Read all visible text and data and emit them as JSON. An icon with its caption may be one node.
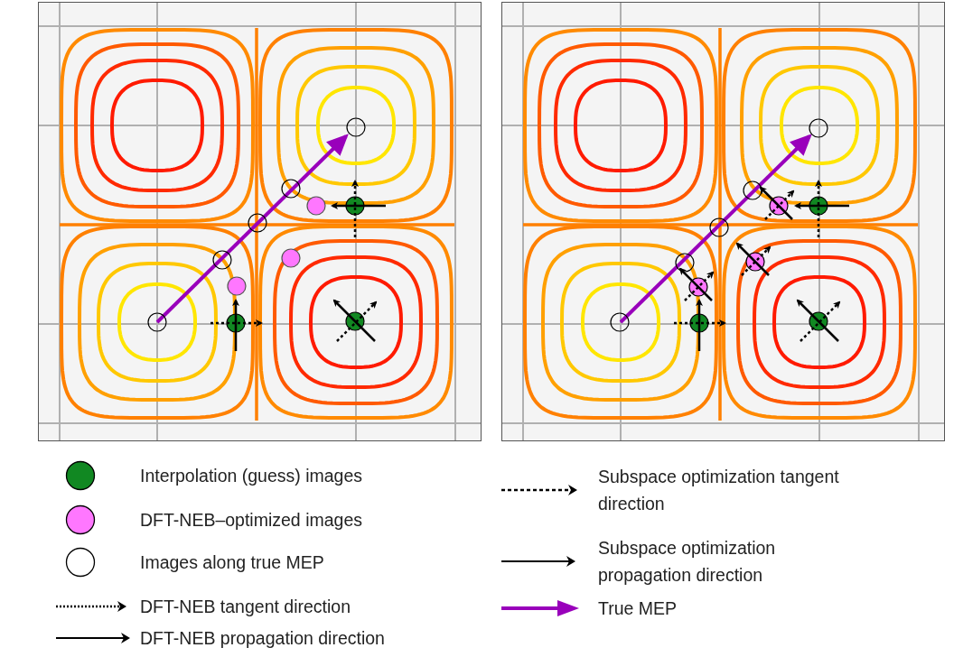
{
  "diagram": {
    "legend": [
      {
        "text": "Interpolation (guess) images"
      },
      {
        "text": "DFT-NEB–optimized images"
      },
      {
        "text": "Images along true MEP"
      },
      {
        "text": "DFT-NEB tangent direction"
      },
      {
        "text": "DFT-NEB propagation direction"
      },
      {
        "text": "Subspace optimization tangent direction"
      },
      {
        "text": "Subspace optimization propagation direction"
      },
      {
        "text": "True MEP"
      }
    ]
  }
}
